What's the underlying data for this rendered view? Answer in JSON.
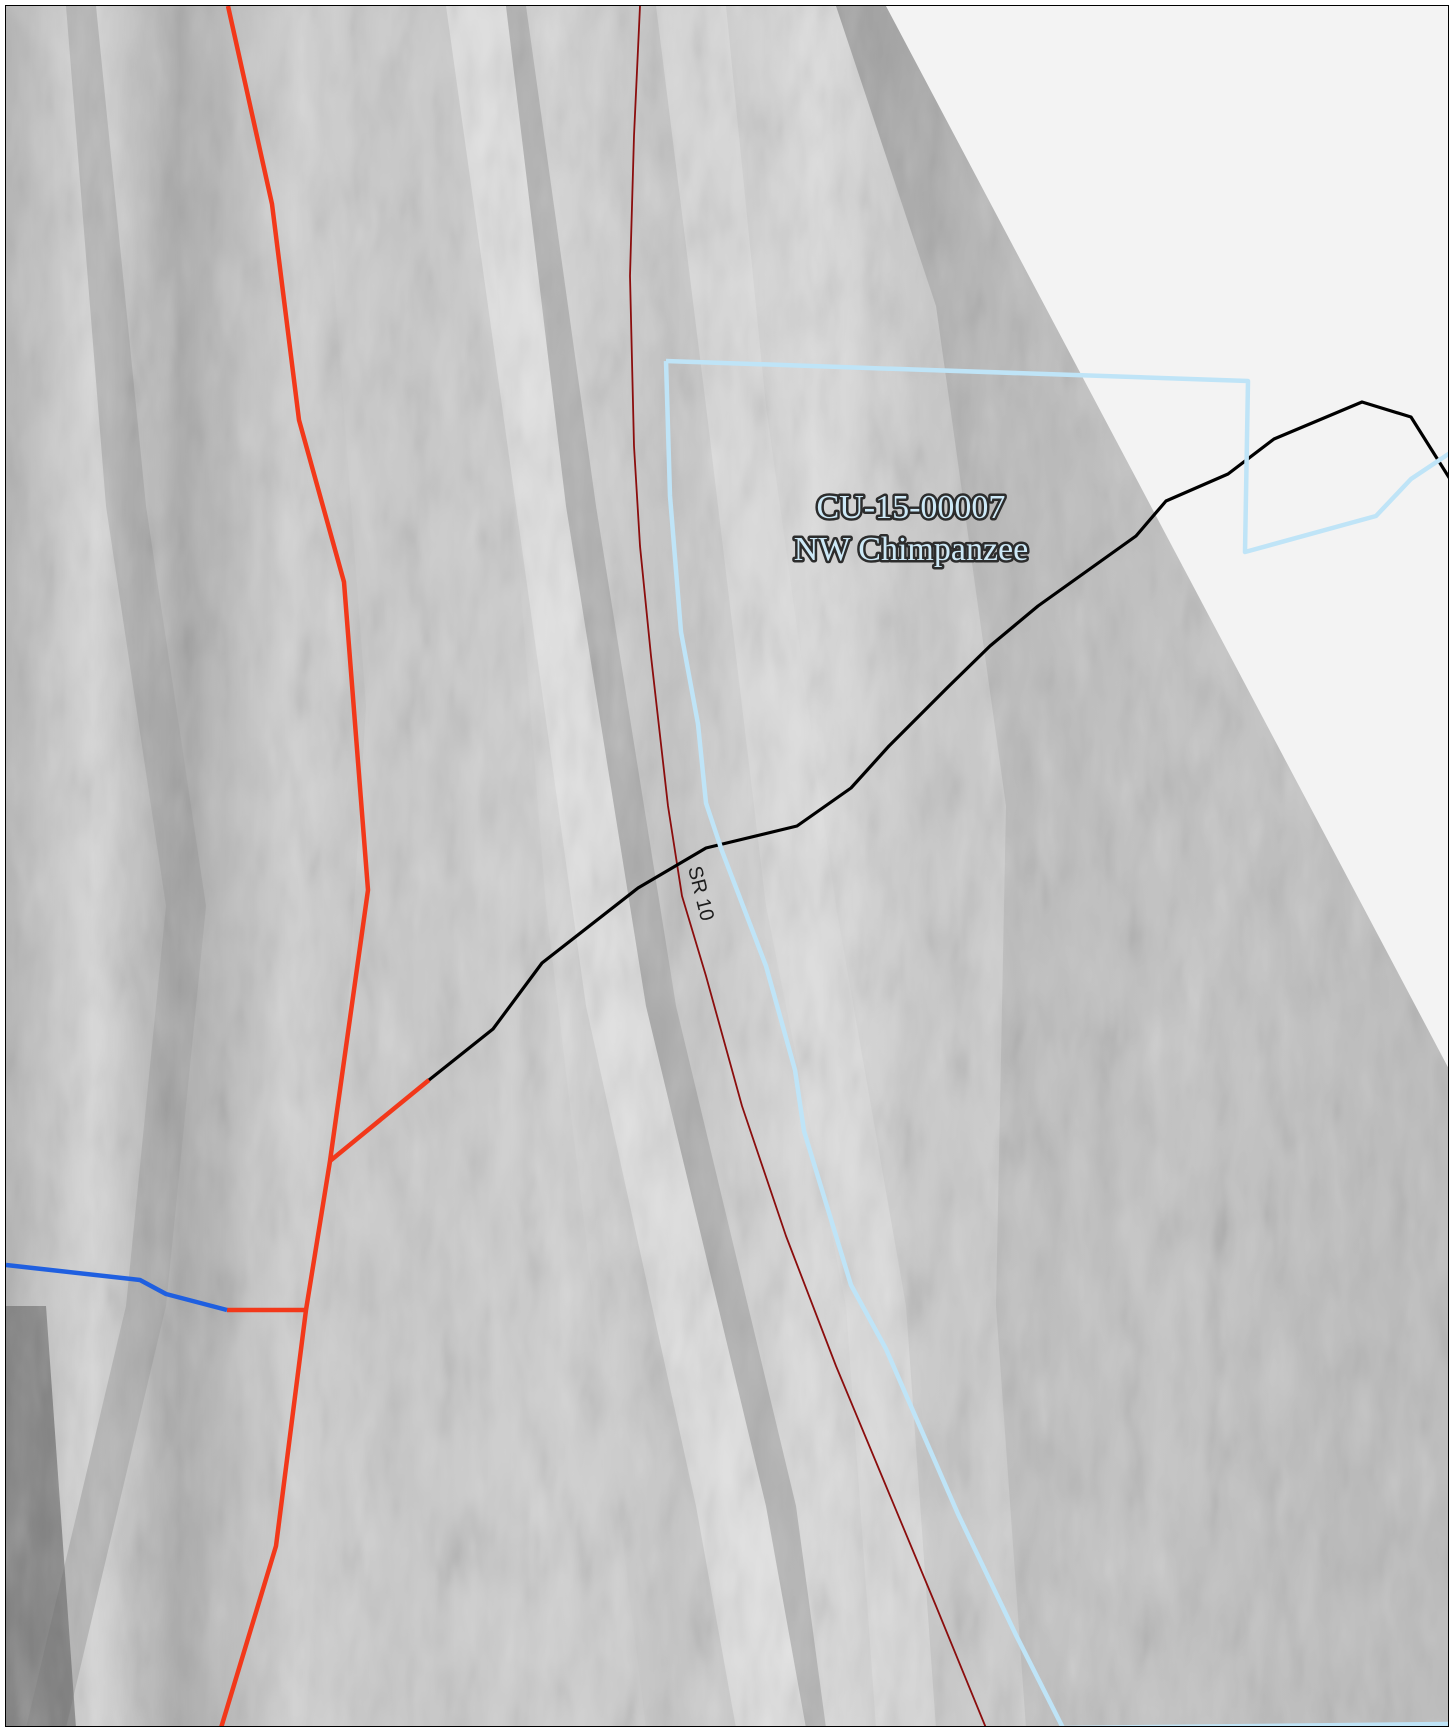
{
  "map": {
    "parcel": {
      "id": "CU-15-00007",
      "name": "NW Chimpanzee"
    },
    "road": {
      "label": "SR 10"
    },
    "colors": {
      "parcel_boundary": "#bfe4f7",
      "red_line": "#f2381a",
      "road_line": "#8b0d0d",
      "black_line": "#000000",
      "blue_line": "#1f5fe0",
      "nodata_area": "#f3f3f3",
      "hillshade_base": "#c9c9c9"
    }
  }
}
